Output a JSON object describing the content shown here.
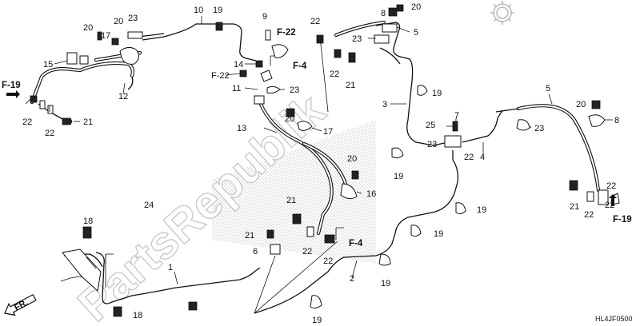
{
  "diagram": {
    "watermark": "PartsRepublik",
    "front_indicator": "FR.",
    "figure_code": "HL4JF0500",
    "callouts": [
      "1",
      "2",
      "3",
      "4",
      "5",
      "5",
      "6",
      "7",
      "8",
      "8",
      "9",
      "10",
      "11",
      "12",
      "13",
      "14",
      "15",
      "16",
      "17",
      "17",
      "18",
      "18",
      "19",
      "19",
      "19",
      "19",
      "19",
      "19",
      "19",
      "20",
      "20",
      "20",
      "20",
      "20",
      "20",
      "21",
      "21",
      "21",
      "21",
      "21",
      "22",
      "22",
      "22",
      "22",
      "22",
      "22",
      "22",
      "22",
      "22",
      "22",
      "23",
      "23",
      "23",
      "23",
      "23",
      "24",
      "25",
      "F-22",
      "F-22",
      "F-19",
      "F-19",
      "F-4",
      "F-4"
    ]
  }
}
